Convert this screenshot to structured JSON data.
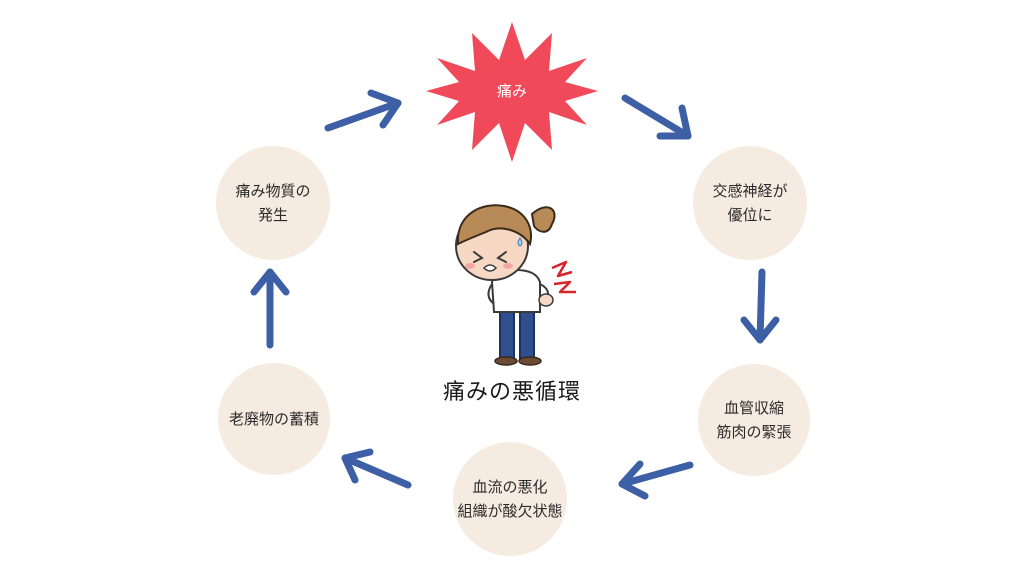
{
  "diagram": {
    "center_title": "痛みの悪循環",
    "pain_label": "痛み",
    "nodes": {
      "sympathetic": [
        "交感神経が",
        "優位に"
      ],
      "vasoconstriction": [
        "血管収縮",
        "筋肉の緊張"
      ],
      "bloodflow": [
        "血流の悪化",
        "組織が酸欠状態"
      ],
      "waste": [
        "老廃物の蓄積"
      ],
      "substance": [
        "痛み物質の",
        "発生"
      ]
    }
  },
  "colors": {
    "arrow": "#3c5fa5",
    "burst": "#f04a5a",
    "node_bg": "#f5ebe0",
    "shirt": "#ffffff",
    "pants": "#2f4f8f",
    "hair": "#b78a58",
    "lightning": "#d8232a"
  }
}
